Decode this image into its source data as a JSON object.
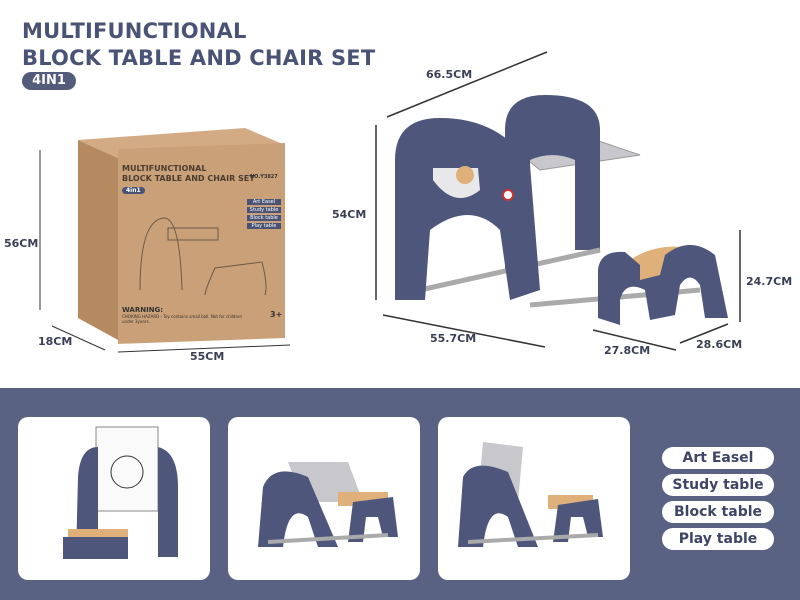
{
  "title": {
    "line1": "MULTIFUNCTIONAL",
    "line2": "BLOCK TABLE AND CHAIR SET",
    "badge": "4IN1"
  },
  "box": {
    "title1": "MULTIFUNCTIONAL",
    "title2": "BLOCK TABLE AND CHAIR SET",
    "badge": "4in1",
    "model": "NO.Y3827",
    "modes": [
      "Art Easel",
      "Study table",
      "Block table",
      "Play table"
    ],
    "warning": "WARNING:",
    "hazard": "CHOKING HAZARD - Toy contains small ball. Not for children under 3years.",
    "age": "3+",
    "dimensions": {
      "height": "56CM",
      "depth": "18CM",
      "width": "55CM"
    }
  },
  "product_dimensions": {
    "top_width": "66.5CM",
    "height": "54CM",
    "bottom_width": "55.7CM",
    "chair_height": "24.7CM",
    "chair_width": "27.8CM",
    "chair_depth": "28.6CM"
  },
  "modes": [
    "Art Easel",
    "Study table",
    "Block table",
    "Play table"
  ],
  "colors": {
    "navy": "#4a5275",
    "panel": "#5a6283",
    "cardboard": "#c9a077",
    "seat": "#e0b07a"
  }
}
